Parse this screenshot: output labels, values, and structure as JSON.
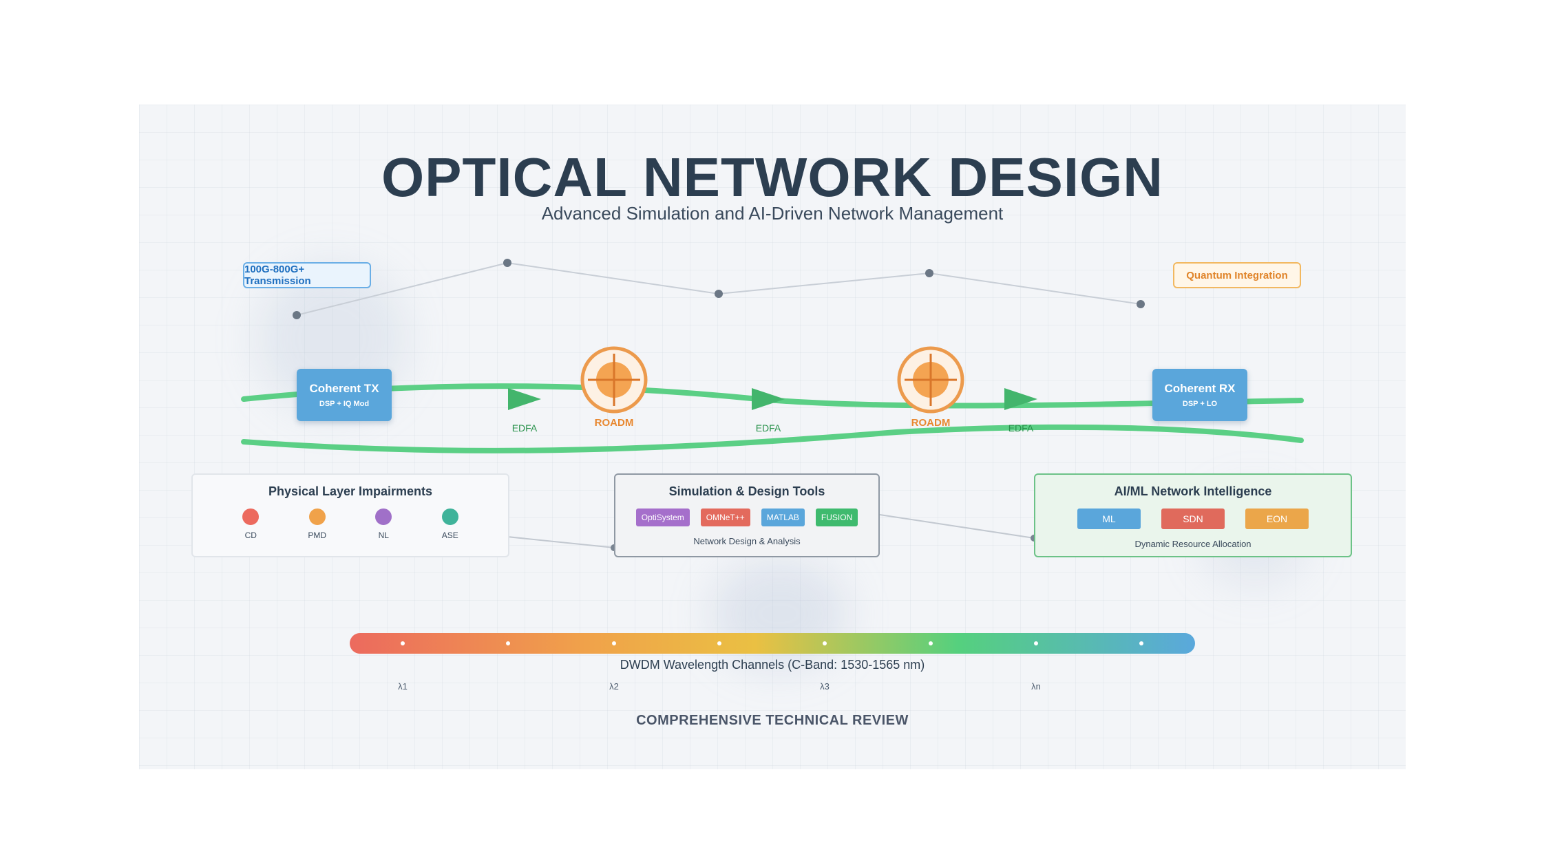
{
  "header": {
    "title": "OPTICAL NETWORK DESIGN",
    "subtitle": "Advanced Simulation and AI-Driven Network Management"
  },
  "tags": {
    "left": "100G-800G+ Transmission",
    "right": "Quantum Integration"
  },
  "nodes": {
    "tx": {
      "title": "Coherent TX",
      "sub": "DSP + IQ Mod"
    },
    "rx": {
      "title": "Coherent RX",
      "sub": "DSP + LO"
    }
  },
  "labels": {
    "edfa": [
      "EDFA",
      "EDFA",
      "EDFA"
    ],
    "roadm": [
      "ROADM",
      "ROADM"
    ]
  },
  "panels": {
    "impairments": {
      "title": "Physical Layer Impairments",
      "items": [
        {
          "label": "CD",
          "color": "#ec6a5e"
        },
        {
          "label": "PMD",
          "color": "#f0a24a"
        },
        {
          "label": "NL",
          "color": "#a070c8"
        },
        {
          "label": "ASE",
          "color": "#3fb39a"
        }
      ]
    },
    "tools": {
      "title": "Simulation & Design Tools",
      "chips": [
        {
          "label": "OptiSystem",
          "color": "#a56fcb"
        },
        {
          "label": "OMNeT++",
          "color": "#e36a5d"
        },
        {
          "label": "MATLAB",
          "color": "#5aa6db"
        },
        {
          "label": "FUSION",
          "color": "#3fba6e"
        }
      ],
      "note": "Network Design & Analysis"
    },
    "ai": {
      "title": "AI/ML Network Intelligence",
      "chips": [
        {
          "label": "ML",
          "color": "#5aa6db"
        },
        {
          "label": "SDN",
          "color": "#e06a5c"
        },
        {
          "label": "EON",
          "color": "#eba64a"
        }
      ],
      "note": "Dynamic Resource Allocation"
    }
  },
  "spectrum": {
    "caption": "DWDM Wavelength Channels (C-Band: 1530-1565 nm)",
    "lambdas": [
      "λ1",
      "λ2",
      "λ3",
      "λn"
    ]
  },
  "footer": "COMPREHENSIVE TECHNICAL REVIEW"
}
